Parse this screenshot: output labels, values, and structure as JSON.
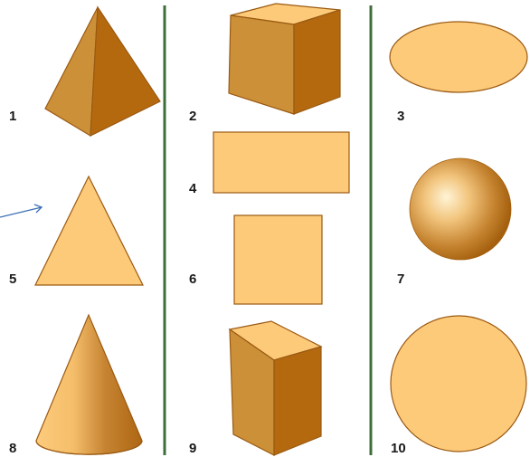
{
  "labels": {
    "pyramid": "1",
    "cube": "2",
    "ellipse": "3",
    "rectangle": "4",
    "triangle": "5",
    "square": "6",
    "sphere": "7",
    "cone": "8",
    "cuboid": "9",
    "circle": "10"
  },
  "icons": {
    "pointer": "arrow-icon"
  },
  "colors": {
    "fill_light": "#FDCA7A",
    "fill_mid": "#CC9038",
    "fill_dark": "#B5690F",
    "outline": "#9A5A12",
    "divider": "#3E6E3A",
    "arrow": "#3B6FB4",
    "label": "#1a1a1a"
  }
}
